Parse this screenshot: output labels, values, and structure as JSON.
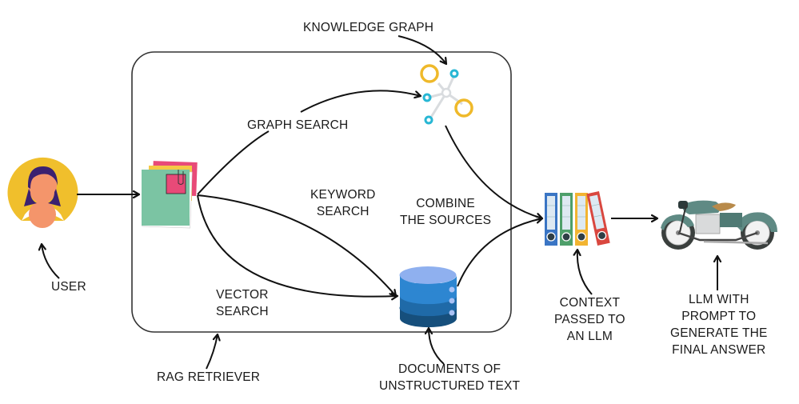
{
  "diagram": {
    "title": "RAG retrieval pipeline with knowledge graph and vector store",
    "colors": {
      "stroke": "#111111",
      "box": "#333333",
      "avatar_bg": "#f0bf2c",
      "skin": "#f4956b",
      "hair": "#3b2170",
      "graph_gold": "#efb92a",
      "graph_cyan": "#28b7d4",
      "graph_line": "#d9dcdf",
      "db_top": "#8fb0ef",
      "db_mid1": "#2d86d1",
      "db_mid2": "#1f6aa8",
      "db_bottom": "#164f7c",
      "binder_blue": "#3a75c4",
      "binder_green": "#4e9f6a",
      "binder_yellow": "#f2b431",
      "binder_red": "#d9473f",
      "note_green": "#7bc4a3",
      "note_pink": "#e84a78",
      "note_yellow": "#f5c945",
      "bike_body": "#5f8a84",
      "bike_seat": "#b88a4a"
    },
    "nodes": {
      "user": {
        "label": "USER",
        "icon": "user-avatar-icon"
      },
      "query_docs": {
        "icon": "sticky-notes-folder-icon"
      },
      "knowledge_graph": {
        "label": "KNOWLEDGE GRAPH",
        "icon": "knowledge-graph-icon"
      },
      "vector_db": {
        "label_lines": [
          "DOCUMENTS OF",
          "UNSTRUCTURED TEXT"
        ],
        "icon": "database-icon"
      },
      "context": {
        "label_lines": [
          "CONTEXT",
          "PASSED TO",
          "AN LLM"
        ],
        "icon": "binders-icon"
      },
      "llm": {
        "label_lines": [
          "LLM WITH",
          "PROMPT TO",
          "GENERATE THE",
          "FINAL ANSWER"
        ],
        "icon": "motorcycle-icon"
      },
      "rag_box": {
        "label": "RAG RETRIEVER"
      }
    },
    "edges": {
      "graph_search": "GRAPH SEARCH",
      "keyword_search_lines": [
        "KEYWORD",
        "SEARCH"
      ],
      "vector_search_lines": [
        "VECTOR",
        "SEARCH"
      ],
      "combine_lines": [
        "COMBINE",
        "THE SOURCES"
      ]
    }
  }
}
